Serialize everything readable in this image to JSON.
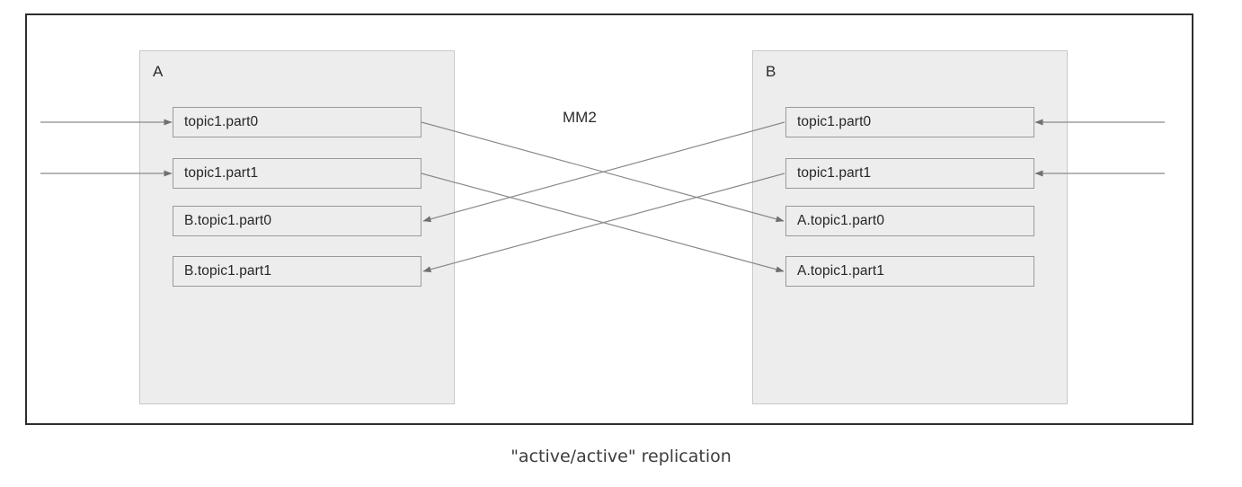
{
  "diagram": {
    "caption": "\"active/active\" replication",
    "center_label": "MM2",
    "colors": {
      "frame_border": "#2d2d2d",
      "cluster_fill": "#ededed",
      "cluster_border": "#c9c9c9",
      "box_border": "#9a9a9a",
      "box_fill": "#ededed",
      "text": "#262626",
      "wire": "#808080",
      "caption_text": "#3c3c3c"
    },
    "clusters": [
      {
        "id": "A",
        "label": "A",
        "side": "left",
        "topics": [
          {
            "label": "topic1.part0",
            "kind": "local"
          },
          {
            "label": "topic1.part1",
            "kind": "local"
          },
          {
            "label": "B.topic1.part0",
            "kind": "remote"
          },
          {
            "label": "B.topic1.part1",
            "kind": "remote"
          }
        ]
      },
      {
        "id": "B",
        "label": "B",
        "side": "right",
        "topics": [
          {
            "label": "topic1.part0",
            "kind": "local"
          },
          {
            "label": "topic1.part1",
            "kind": "local"
          },
          {
            "label": "A.topic1.part0",
            "kind": "remote"
          },
          {
            "label": "A.topic1.part1",
            "kind": "remote"
          }
        ]
      }
    ],
    "producer_arrows": [
      {
        "into_cluster": "A",
        "into_topic": "topic1.part0",
        "from_edge": "left"
      },
      {
        "into_cluster": "A",
        "into_topic": "topic1.part1",
        "from_edge": "left"
      },
      {
        "into_cluster": "B",
        "into_topic": "topic1.part0",
        "from_edge": "right"
      },
      {
        "into_cluster": "B",
        "into_topic": "topic1.part1",
        "from_edge": "right"
      }
    ],
    "replication_arrows": [
      {
        "from_cluster": "A",
        "from_topic": "topic1.part0",
        "to_cluster": "B",
        "to_topic": "A.topic1.part0"
      },
      {
        "from_cluster": "A",
        "from_topic": "topic1.part1",
        "to_cluster": "B",
        "to_topic": "A.topic1.part1"
      },
      {
        "from_cluster": "B",
        "from_topic": "topic1.part0",
        "to_cluster": "A",
        "to_topic": "B.topic1.part0"
      },
      {
        "from_cluster": "B",
        "from_topic": "topic1.part1",
        "to_cluster": "A",
        "to_topic": "B.topic1.part1"
      }
    ]
  }
}
